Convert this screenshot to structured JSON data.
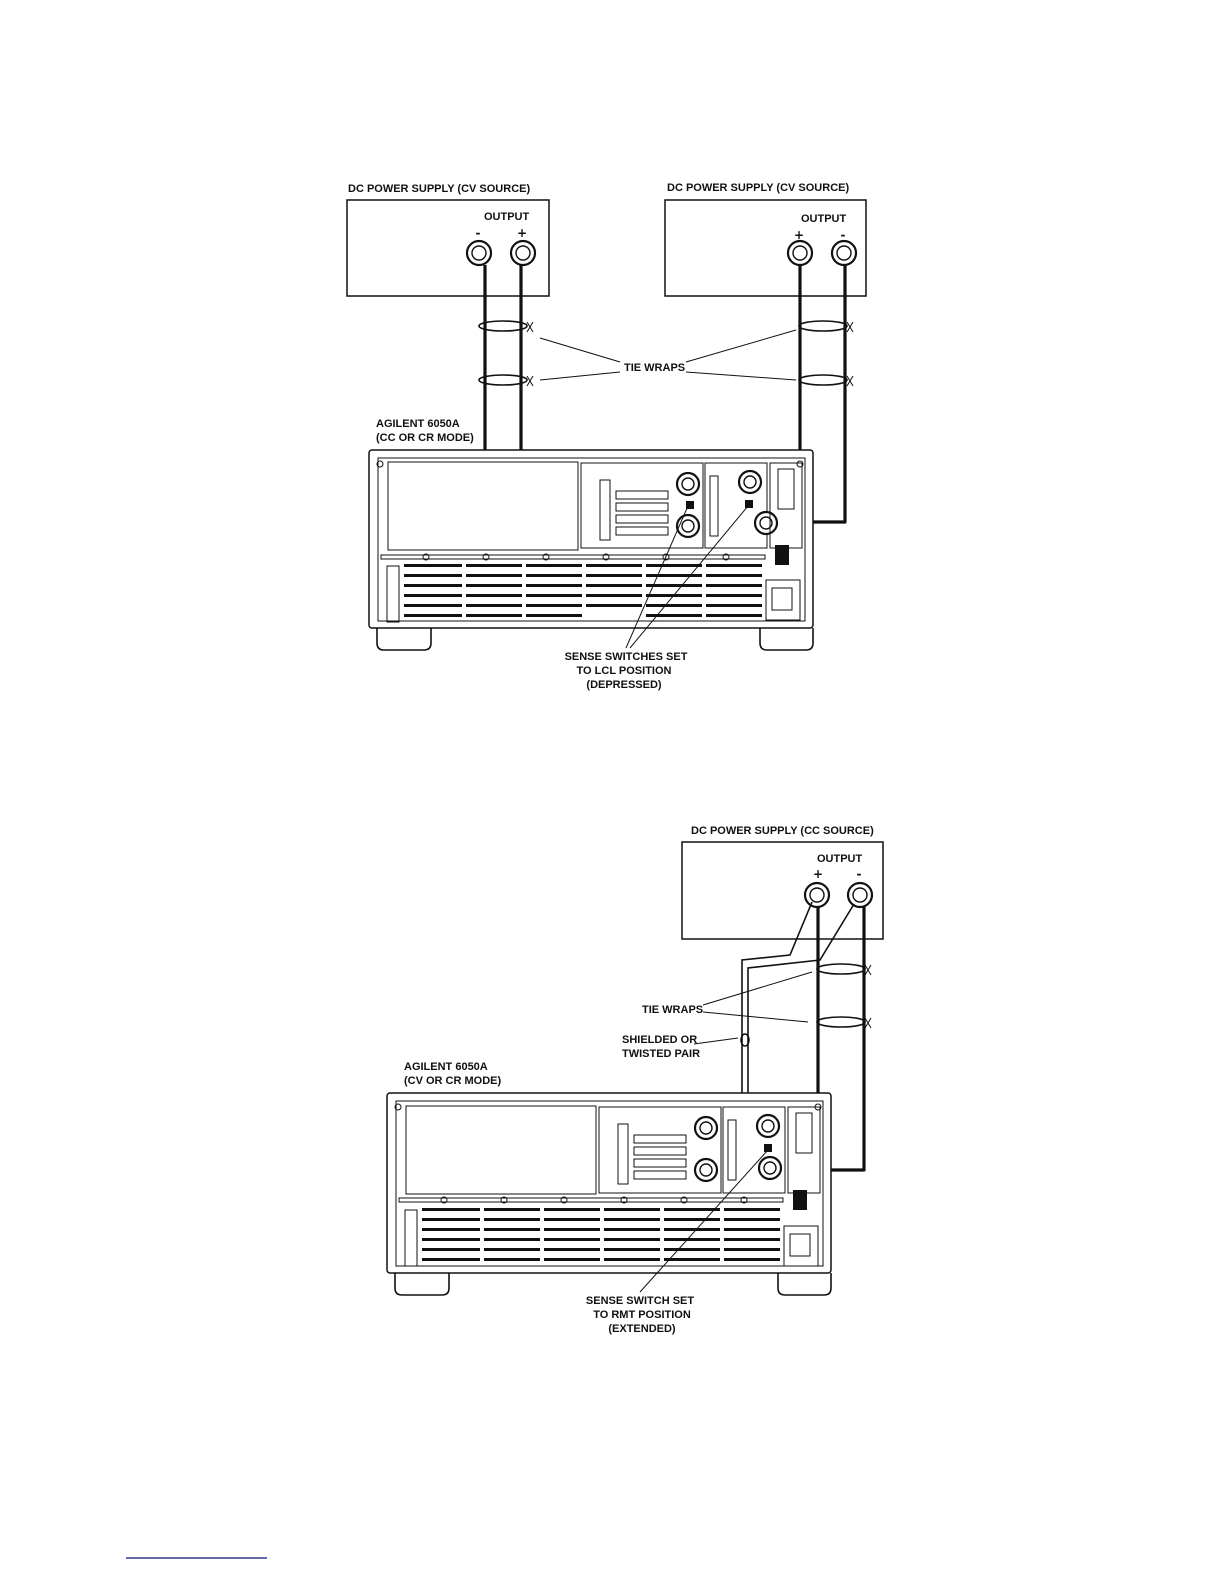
{
  "diagram1": {
    "left_supply": {
      "label": "DC POWER SUPPLY (CV SOURCE)",
      "output_label": "OUTPUT",
      "terminals": [
        "-",
        "+"
      ]
    },
    "right_supply": {
      "label": "DC POWER SUPPLY (CV SOURCE)",
      "output_label": "OUTPUT",
      "terminals": [
        "+",
        "-"
      ]
    },
    "tie_wraps_label": "TIE WRAPS",
    "load_label_line1": "AGILENT 6050A",
    "load_label_line2": "(CC OR CR MODE)",
    "sense_label_line1": "SENSE SWITCHES SET",
    "sense_label_line2": "TO LCL POSITION",
    "sense_label_line3": "(DEPRESSED)"
  },
  "diagram2": {
    "supply": {
      "label": "DC POWER SUPPLY (CC SOURCE)",
      "output_label": "OUTPUT",
      "terminals": [
        "+",
        "-"
      ]
    },
    "tie_wraps_label": "TIE WRAPS",
    "shielded_line1": "SHIELDED OR",
    "shielded_line2": "TWISTED PAIR",
    "load_label_line1": "AGILENT 6050A",
    "load_label_line2": "(CV OR CR MODE)",
    "sense_label_line1": "SENSE SWITCH SET",
    "sense_label_line2": "TO RMT POSITION",
    "sense_label_line3": "(EXTENDED)"
  }
}
